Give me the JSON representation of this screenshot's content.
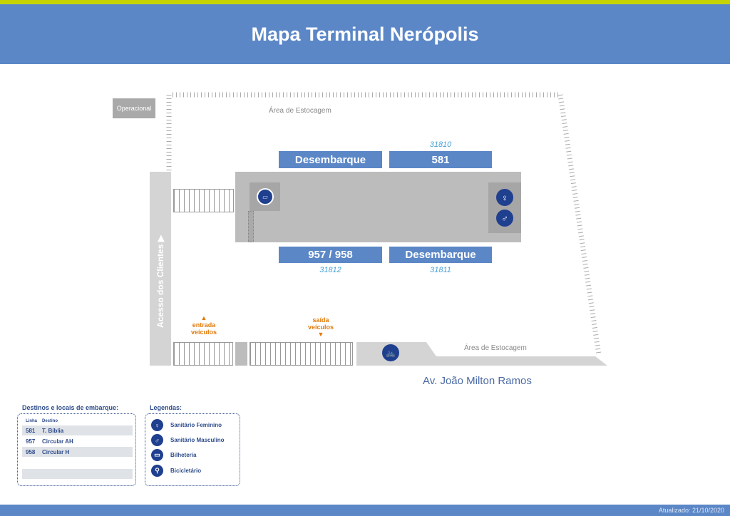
{
  "header": {
    "title": "Mapa Terminal Nerópolis"
  },
  "map": {
    "operacional": "Operacional",
    "storage_top": "Área de Estocagem",
    "storage_bottom": "Área de Estocagem",
    "platforms": [
      {
        "label": "Desembarque",
        "code": ""
      },
      {
        "label": "581",
        "code": "31810"
      },
      {
        "label": "957 / 958",
        "code": "31812"
      },
      {
        "label": "Desembarque",
        "code": "31811"
      }
    ],
    "access": "Acesso dos Clientes",
    "entrada": "entrada veículos",
    "saida": "saída veículos",
    "street": "Av. João Milton Ramos"
  },
  "destinations": {
    "title": "Destinos e locais de embarque:",
    "headers": [
      "Linha",
      "Destino"
    ],
    "rows": [
      [
        "581",
        "T. Bíblia"
      ],
      [
        "957",
        "Circular AH"
      ],
      [
        "958",
        "Circular H"
      ]
    ]
  },
  "legend": {
    "title": "Legendas:",
    "items": [
      {
        "icon": "female-restroom-icon",
        "label": "Sanitário Feminino"
      },
      {
        "icon": "male-restroom-icon",
        "label": "Sanitário Masculino"
      },
      {
        "icon": "ticket-office-icon",
        "label": "Bilheteria"
      },
      {
        "icon": "bicycle-icon",
        "label": "Bicicletário"
      }
    ]
  },
  "footer": {
    "updated": "Atualizado: 21/10/2020"
  },
  "colors": {
    "brand": "#5b87c7",
    "accent": "#c6d300",
    "orange": "#e07b0d"
  }
}
